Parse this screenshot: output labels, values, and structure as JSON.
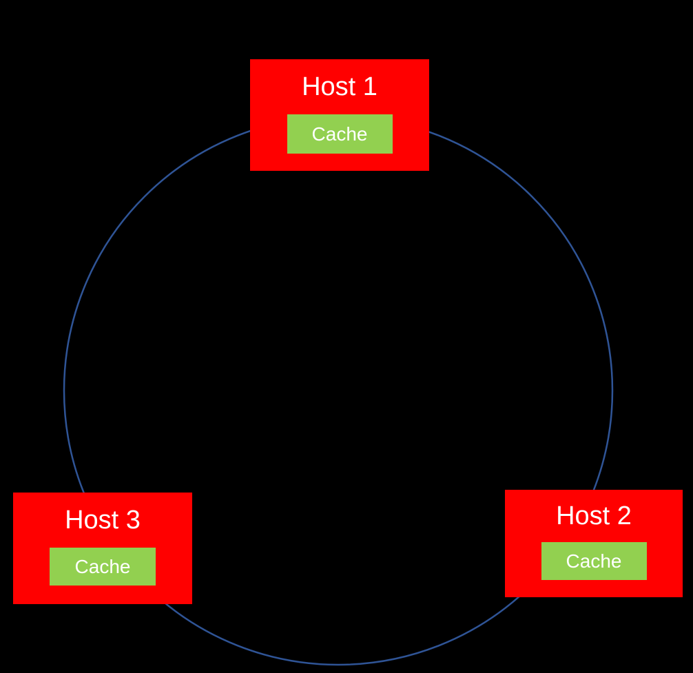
{
  "diagram": {
    "kind": "hash-ring-with-host-caches",
    "colors": {
      "background": "#000000",
      "ring": "#2F5496",
      "host_fill": "#FF0000",
      "cache_fill": "#92D050",
      "label": "#FFFFFF"
    },
    "hosts": [
      {
        "label": "Host 1",
        "cache_label": "Cache"
      },
      {
        "label": "Host 2",
        "cache_label": "Cache"
      },
      {
        "label": "Host 3",
        "cache_label": "Cache"
      }
    ]
  }
}
